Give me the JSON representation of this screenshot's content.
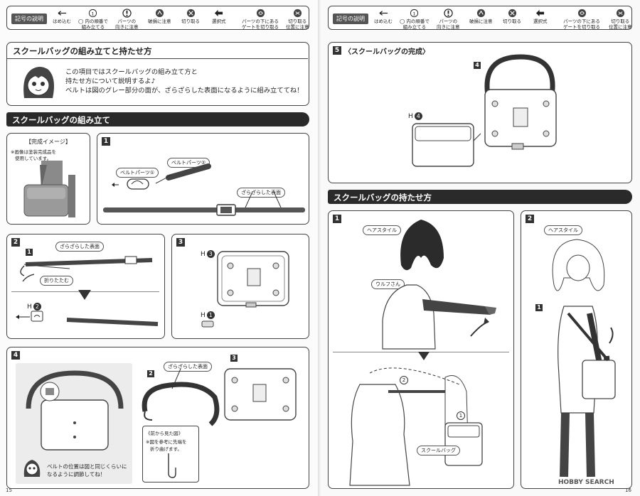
{
  "legend": {
    "title": "記号の説明",
    "items": [
      {
        "icon": "arrow-left-icon",
        "label": "はめ込む"
      },
      {
        "icon": "circle-number-icon",
        "label": "◯ 内の順番で\n組み立てる"
      },
      {
        "icon": "exclamation-icon",
        "label": "パーツの\n向きに注意"
      },
      {
        "icon": "hand-damage-icon",
        "label": "破損に注意"
      },
      {
        "icon": "cut-icon",
        "label": "切り取る"
      },
      {
        "icon": "double-arrow-icon",
        "label": "選択式"
      },
      {
        "icon": "gate-cut-icon",
        "label": "パーツの下にある\nゲートを切り取る"
      },
      {
        "icon": "cut-position-icon",
        "label": "切り取る\n位置に注意"
      }
    ]
  },
  "left": {
    "section_title": "スクールバッグの組み立てと持たせ方",
    "intro_lines": [
      "この項目ではスクールバッグの組み立て方と",
      "持たせ方について説明するよ♪",
      "ベルトは図のグレー部分の面が、ざらざらした表面になるように組み立ててね！"
    ],
    "assembly_bar": "スクールバッグの組み立て",
    "complete_image": {
      "title": "【完成イメージ】",
      "note1": "※画像は塗装完成品を",
      "note2": "使用しています。"
    },
    "step1": {
      "num": "1",
      "belt_part1": "ベルトパーツ①",
      "belt_part2": "ベルトパーツ②",
      "rough_surface": "ざらざらした表面"
    },
    "step2": {
      "num": "2",
      "sub": "1",
      "rough_surface": "ざらざらした表面",
      "fold": "折りたたむ",
      "h_label": "H",
      "h_num": "2"
    },
    "step3": {
      "num": "3",
      "h3": "H",
      "h3n": "3",
      "h1": "H",
      "h1n": "1"
    },
    "step4": {
      "num": "4",
      "sub2": "2",
      "sub3": "3",
      "rough_surface": "ざらざらした表面",
      "front_title": "《前から見た図》",
      "front_note1": "※図を参考に先端を",
      "front_note2": "折り曲げます。",
      "tip1": "ベルトの位置は図と同じくらいに",
      "tip2": "なるように調節してね！"
    },
    "page_num": "15"
  },
  "right": {
    "step5": {
      "num": "5",
      "title": "〈スクールバッグの完成〉",
      "sub4": "4",
      "h4": "H",
      "h4n": "4"
    },
    "hold_bar": "スクールバッグの持たせ方",
    "hold1": {
      "num": "1",
      "hair": "ヘアスタイル",
      "wolf": "ウルフさん",
      "bag": "スクールバッグ",
      "c1": "1",
      "c2": "2"
    },
    "hold2": {
      "num": "2",
      "hair": "ヘアスタイル",
      "sub1": "1"
    },
    "watermark": "HOBBY SEARCH",
    "page_num": "16"
  }
}
